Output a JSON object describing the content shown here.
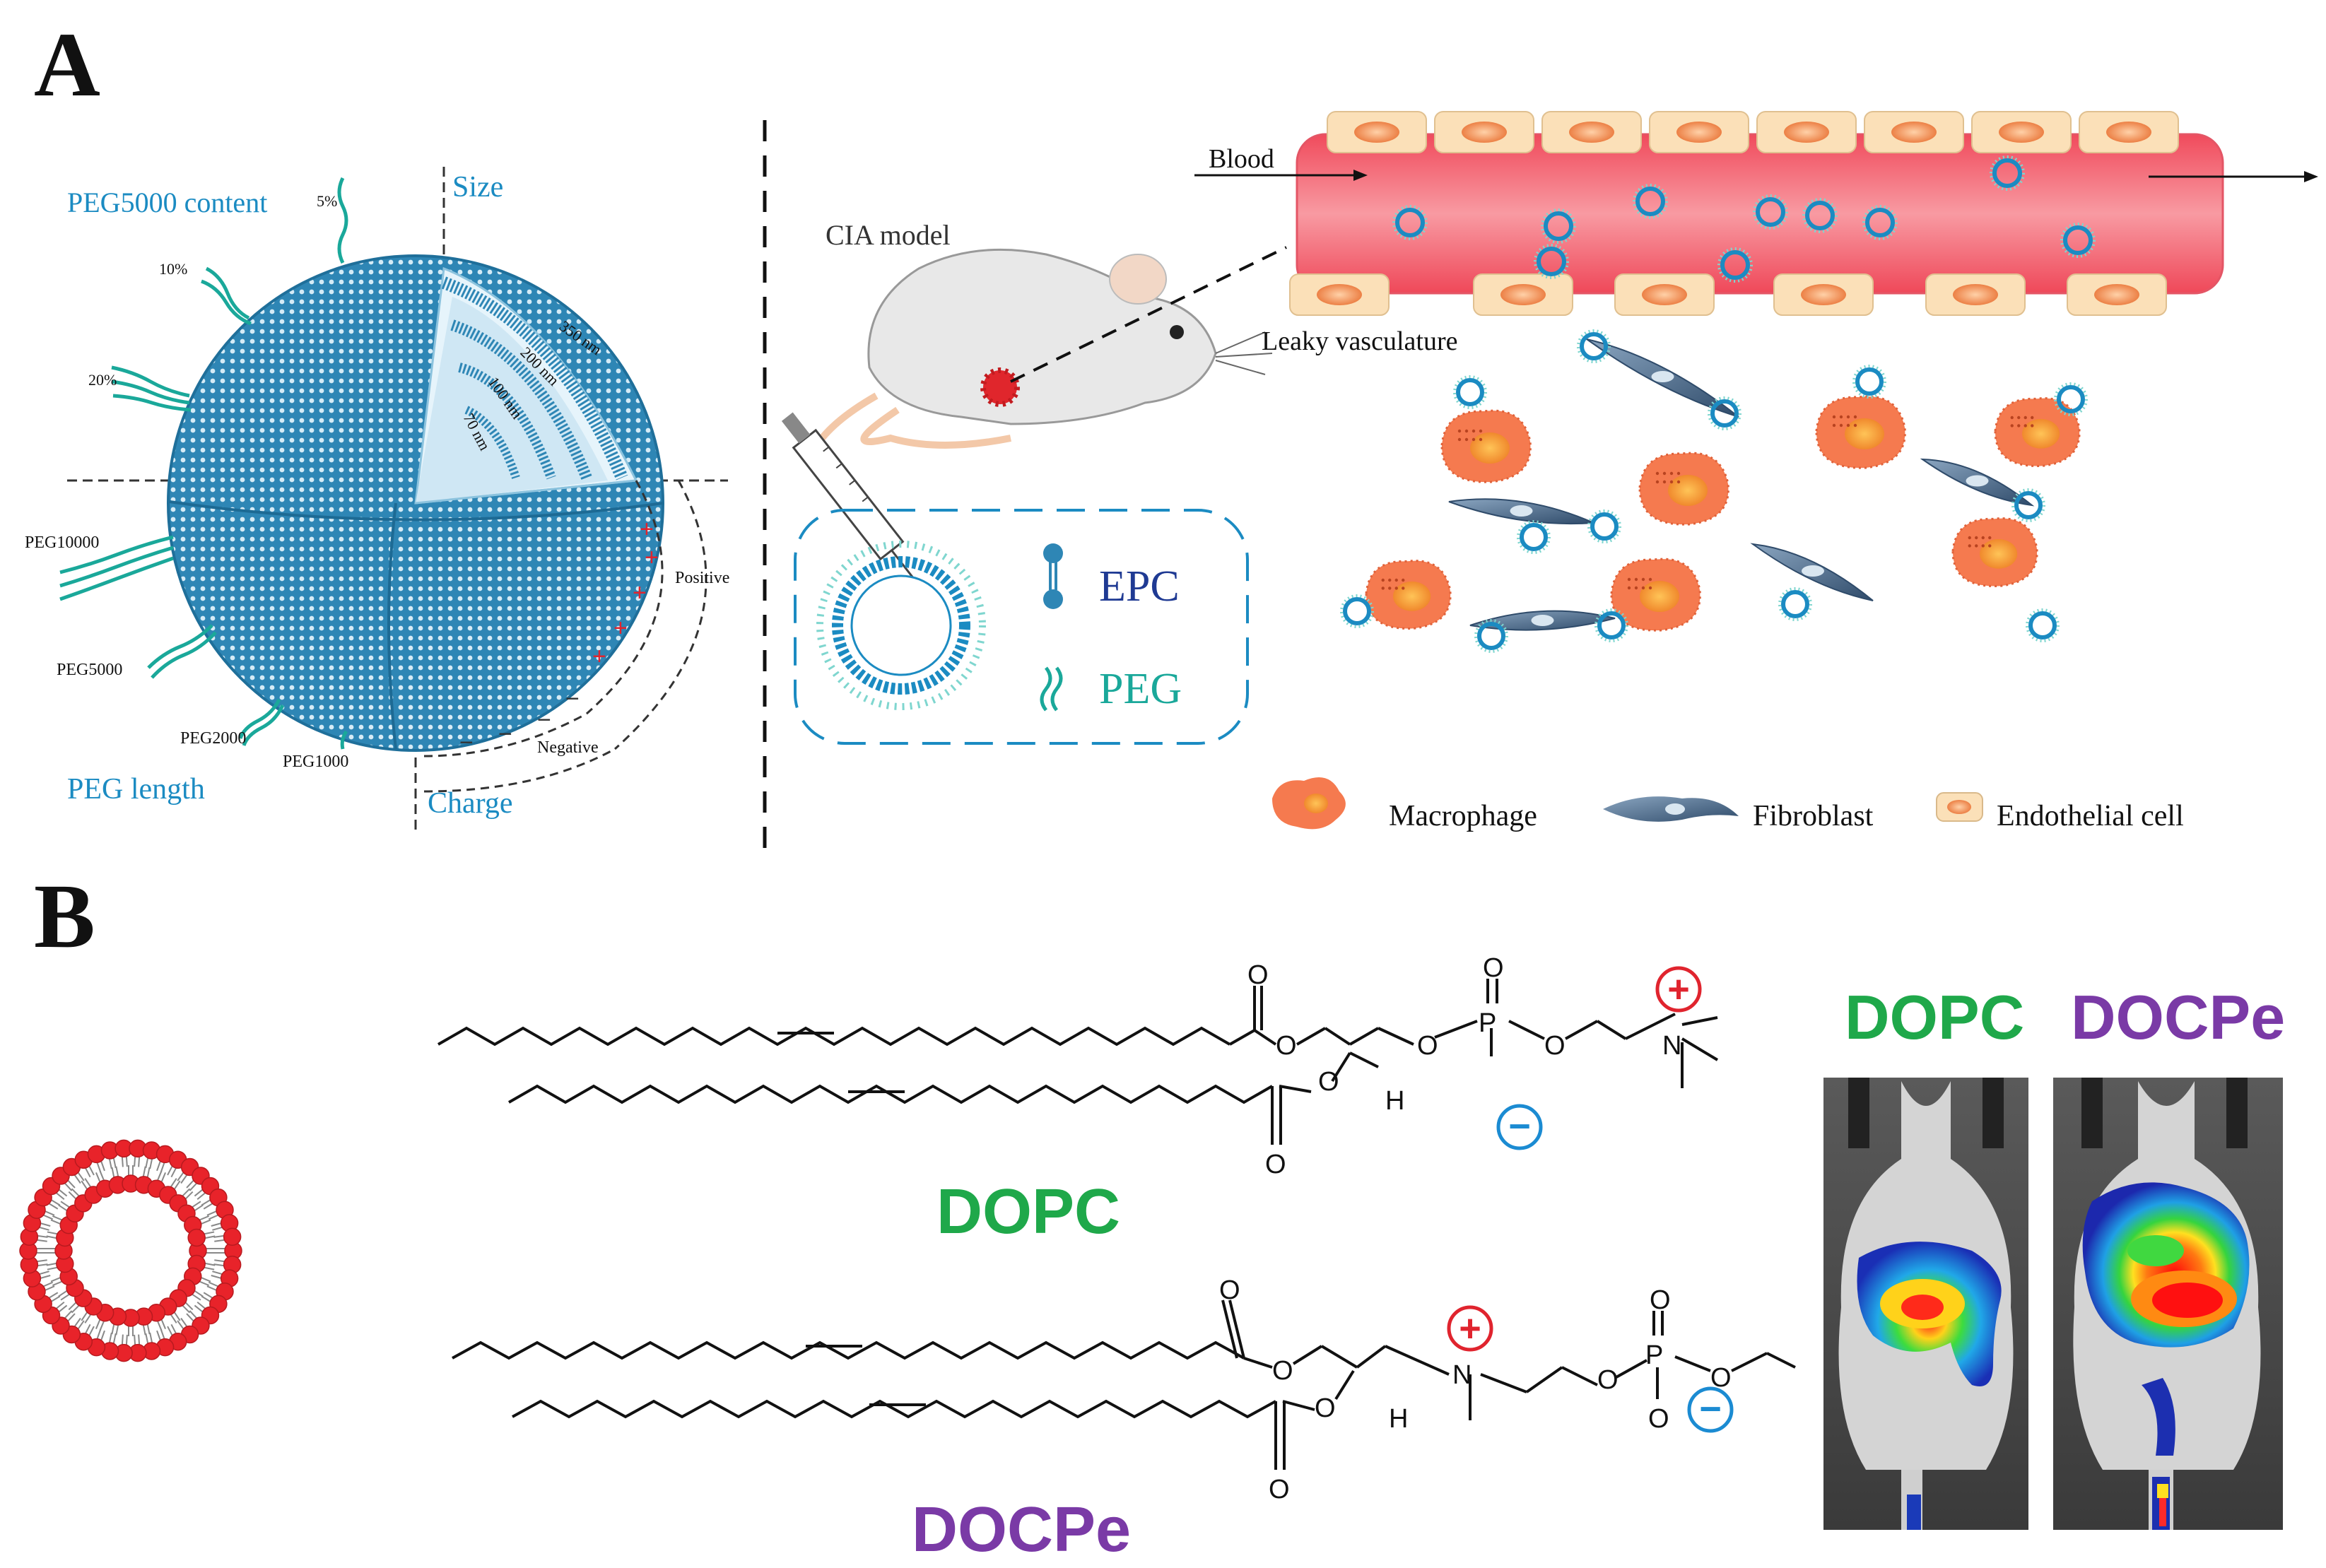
{
  "panel_a": {
    "label": "A",
    "sphere": {
      "size_label": "Size",
      "peg_content_label": "PEG5000 content",
      "content_levels": [
        "5%",
        "10%",
        "20%"
      ],
      "size_levels": [
        "350 nm",
        "200 nm",
        "100 nm",
        "70 nm"
      ],
      "peg_types": [
        "PEG10000",
        "PEG5000",
        "PEG2000",
        "PEG1000"
      ],
      "peg_length_label": "PEG length",
      "charge_label": "Charge",
      "positive_label": "Positive",
      "negative_label": "Negative"
    },
    "model": {
      "cia_label": "CIA model",
      "legend_epc": "EPC",
      "legend_peg": "PEG"
    },
    "vessel": {
      "blood_label": "Blood",
      "leaky_label": "Leaky vasculature"
    },
    "cell_legend": [
      "Macrophage",
      "Fibroblast",
      "Endothelial cell"
    ],
    "colors": {
      "accent_blue": "#1b8bc2",
      "epc_navy": "#1f3a93",
      "peg_teal": "#1aa89a",
      "vessel_red": "#f26d78",
      "endothelial": "#fbe0b8",
      "macrophage": "#f57a4f",
      "fibroblast": "#3d5a78"
    }
  },
  "panel_b": {
    "label": "B",
    "lipid_top_name": "DOPC",
    "lipid_bottom_name": "DOCPe",
    "atoms": {
      "oxygen": "O",
      "phosphorus": "P",
      "nitrogen": "N",
      "hydrogen": "H",
      "plus": "+",
      "minus": "−"
    },
    "imaging_labels": [
      "DOPC",
      "DOCPe"
    ],
    "colors": {
      "dopc": "#1fa84a",
      "docpe": "#7a3aa6",
      "head_red": "#e8232a",
      "charge_plus": "#e0242e",
      "charge_minus": "#1b8bd2"
    }
  }
}
